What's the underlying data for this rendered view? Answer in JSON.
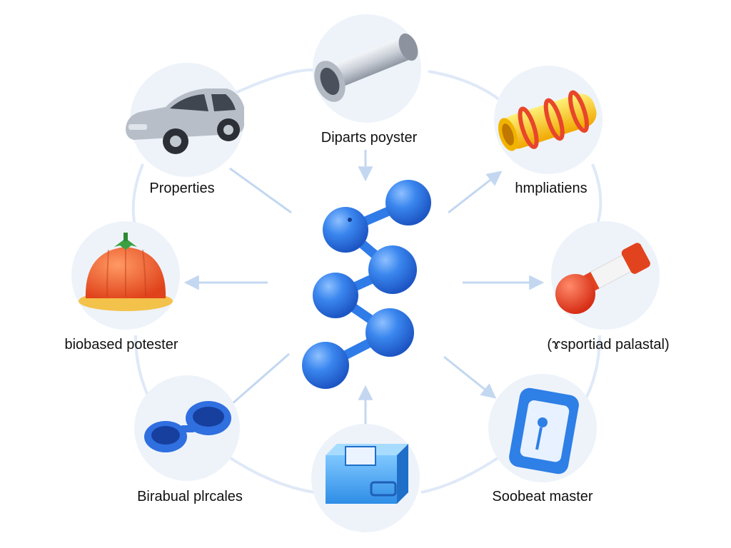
{
  "diagram": {
    "colors": {
      "ring": "#dfe9f7",
      "arrow": "#c3d7f0",
      "node_bg": "#eef3fa",
      "molecule": "#2f7be8"
    },
    "center": {
      "icon": "molecule-chain-icon"
    },
    "nodes": [
      {
        "id": "top",
        "label": "Diparts poyster",
        "icon": "pipe-icon"
      },
      {
        "id": "top-left",
        "label": "Properties",
        "icon": "car-icon"
      },
      {
        "id": "top-right",
        "label": "hmpliatiens",
        "icon": "ringed-tube-icon"
      },
      {
        "id": "mid-left",
        "label": "biobased potester",
        "icon": "tomato-icon"
      },
      {
        "id": "mid-right",
        "label": "(ɤsportiad palastal)",
        "icon": "dumbbell-icon"
      },
      {
        "id": "bottom-left",
        "label": "Birabual plrcales",
        "icon": "cups-icon"
      },
      {
        "id": "bottom-right",
        "label": "Soobeat master",
        "icon": "card-icon"
      },
      {
        "id": "bottom",
        "label": "",
        "icon": "box-icon"
      }
    ]
  }
}
